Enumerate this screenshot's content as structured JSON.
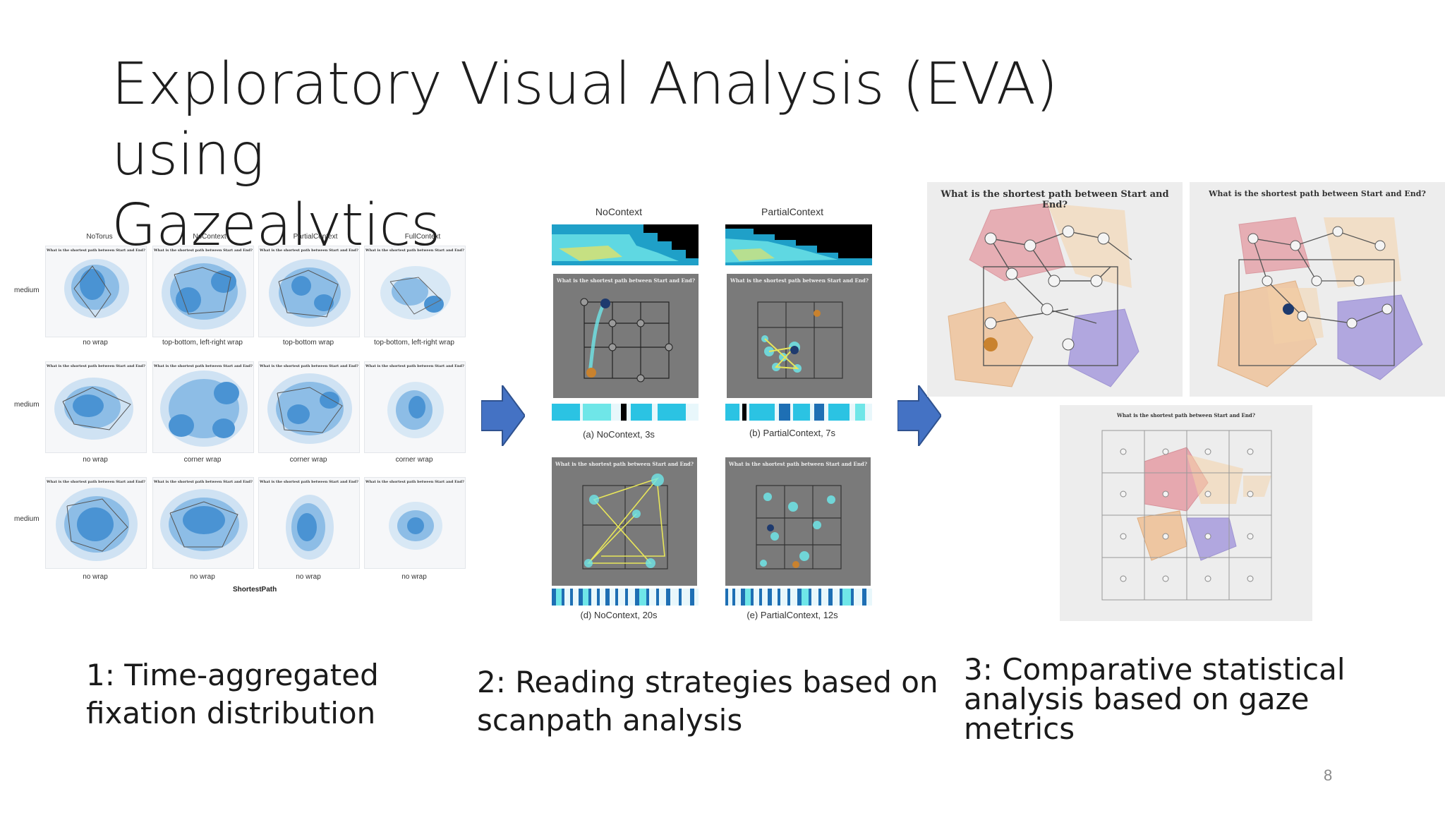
{
  "slide": {
    "title_line1": "Exploratory Visual Analysis (EVA) using",
    "title_line2": "Gazealytics",
    "page_number": "8"
  },
  "panel1": {
    "columns": [
      "NoTorus",
      "NoContext",
      "PartialContext",
      "FullContext"
    ],
    "row_labels": [
      "medium",
      "medium",
      "medium"
    ],
    "question": "What is the shortest path between Start and End?",
    "captions": [
      [
        "no wrap",
        "top-bottom, left-right wrap",
        "top-bottom wrap",
        "top-bottom, left-right wrap"
      ],
      [
        "no wrap",
        "corner wrap",
        "corner wrap",
        "corner wrap"
      ],
      [
        "no wrap",
        "no wrap",
        "no wrap",
        "no wrap"
      ]
    ],
    "footer": "ShortestPath",
    "caption_line1": "1: Time-aggregated",
    "caption_line2": "fixation distribution"
  },
  "panel2": {
    "headers": [
      "NoContext",
      "PartialContext"
    ],
    "question": "What is the shortest path between Start and End?",
    "labels": [
      "(a) NoContext, 3s",
      "(b) PartialContext, 7s",
      "(d) NoContext, 20s",
      "(e) PartialContext, 12s"
    ],
    "caption_line1": "2: Reading strategies based on",
    "caption_line2": "scanpath analysis"
  },
  "panel3": {
    "question_a": "What is the shortest path between Start and End?",
    "question_b": "What is the shortest path between Start and End?",
    "question_c": "What is the shortest path between Start and End?",
    "caption_line1": "3: Comparative statistical",
    "caption_line2": "analysis based on gaze",
    "caption_line3": "metrics"
  },
  "colors": {
    "arrow_fill": "#4472c4",
    "arrow_stroke": "#2f528f",
    "heat_blue": "#3f8fd0",
    "scanpath_cyan": "#4fe0ea",
    "aoi_red": "#e27b86",
    "aoi_orange": "#f0b27a",
    "aoi_purple": "#8a7ad6",
    "aoi_peach": "#f4d2a8"
  }
}
